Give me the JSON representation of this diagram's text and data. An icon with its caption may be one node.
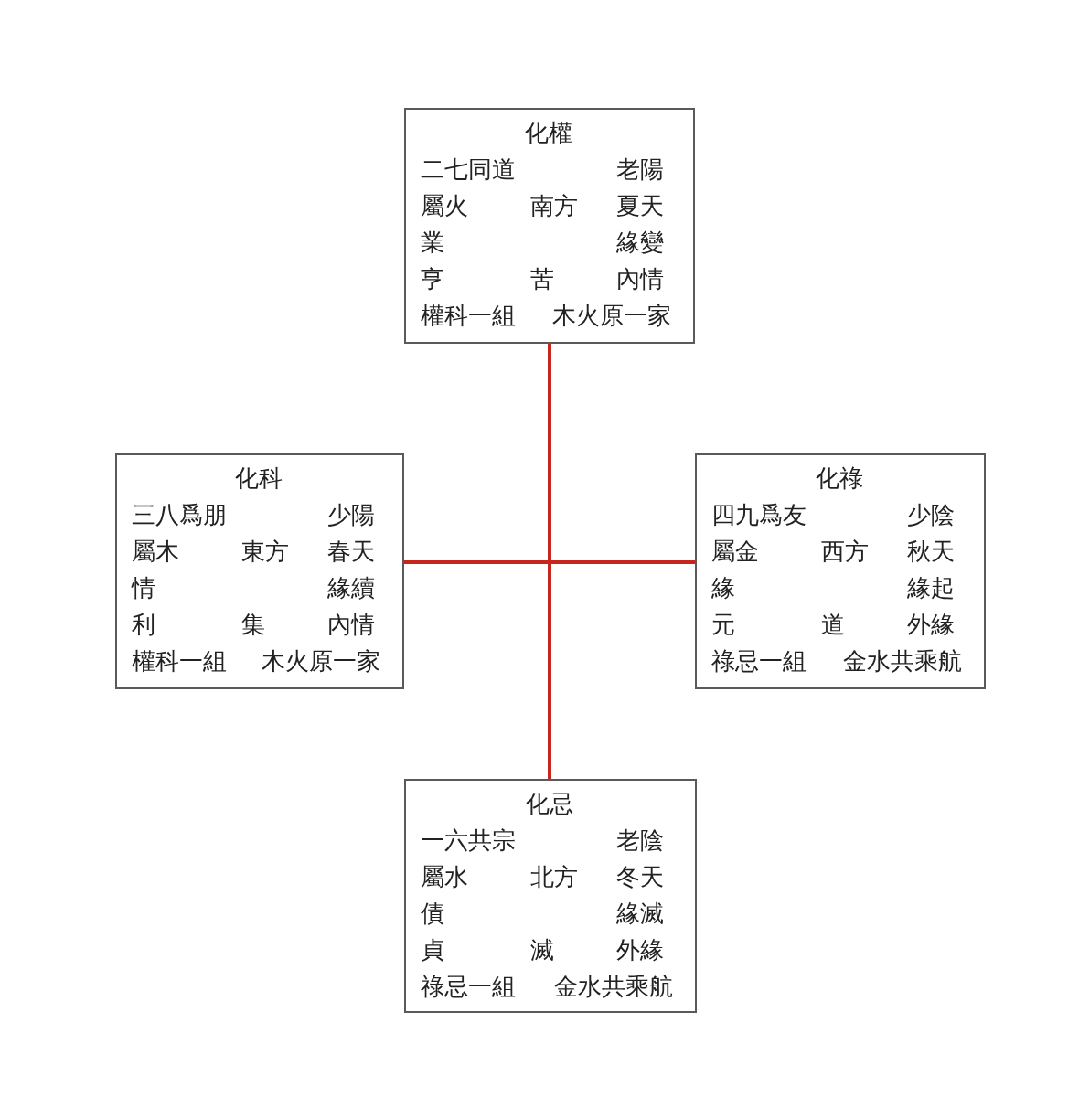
{
  "diagram": {
    "nodes": [
      {
        "text": [
          "化權",
          "二七同道",
          "老陽",
          "屬火",
          "南方",
          "夏天",
          "業",
          "緣變",
          "亨",
          "苦",
          "內情",
          "權科一組",
          "木火原一家"
        ]
      },
      {
        "text": [
          "化科",
          "三八爲朋",
          "少陽",
          "屬木",
          "東方",
          "春天",
          "情",
          "緣續",
          "利",
          "集",
          "內情",
          "權科一組",
          "木火原一家"
        ]
      },
      {
        "text": [
          "化祿",
          "四九爲友",
          "少陰",
          "屬金",
          "西方",
          "秋天",
          "緣",
          "緣起",
          "元",
          "道",
          "外緣",
          "祿忌一組",
          "金水共乘航"
        ]
      },
      {
        "text": [
          "化忌",
          "一六共宗",
          "老陰",
          "屬水",
          "北方",
          "冬天",
          "債",
          "緣滅",
          "貞",
          "滅",
          "外緣",
          "祿忌一組",
          "金水共乘航"
        ]
      }
    ],
    "edges": [
      {
        "from": 0,
        "to": 3,
        "arrow": "none"
      },
      {
        "from": 1,
        "to": 2,
        "arrow": "none"
      }
    ]
  }
}
